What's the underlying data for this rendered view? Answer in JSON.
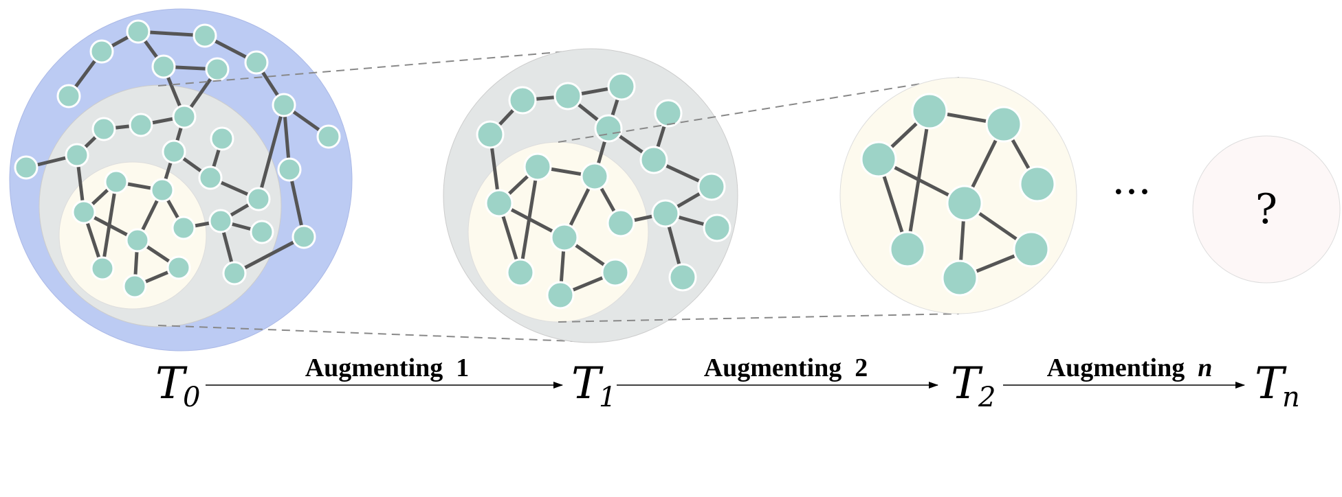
{
  "stages": [
    {
      "var": "T",
      "sub": "0"
    },
    {
      "var": "T",
      "sub": "1"
    },
    {
      "var": "T",
      "sub": "2"
    },
    {
      "var": "T",
      "sub": "n"
    }
  ],
  "steps": [
    {
      "text": "Augmenting",
      "num": "1",
      "num_italic": false
    },
    {
      "text": "Augmenting",
      "num": "2",
      "num_italic": false
    },
    {
      "text": "Augmenting",
      "num": "n",
      "num_italic": true
    }
  ],
  "ellipsis": "···",
  "unknown_mark": "?",
  "colors": {
    "outer_region": "#bccbf3",
    "middle_region": "#e3e6e6",
    "inner_region": "#fdfaee",
    "unknown_region": "#fdf7f7",
    "node": "#9dd3c7",
    "edge": "#555555"
  }
}
